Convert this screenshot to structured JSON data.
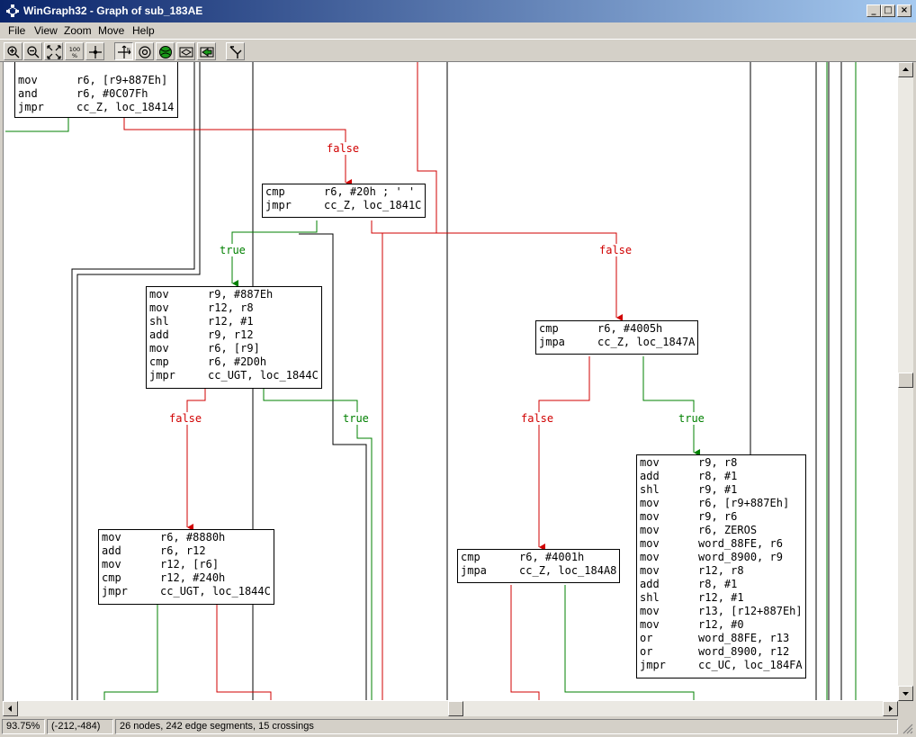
{
  "window": {
    "title": "WinGraph32 - Graph of sub_183AE",
    "app_icon": "graph-icon",
    "buttons": {
      "minimize": "_",
      "maximize": "□",
      "close": "×"
    }
  },
  "menu": [
    "File",
    "View",
    "Zoom",
    "Move",
    "Help"
  ],
  "toolbar": {
    "buttons": [
      "zoom-in-icon",
      "zoom-out-icon",
      "fit-window-icon",
      "zoom-100-icon",
      "center-icon",
      "move-mode-icon",
      "rotate-icon",
      "globe-icon",
      "shape-icon",
      "green-arrow-icon",
      "node-tool-icon"
    ],
    "zoom_100_label": "100\n%"
  },
  "graph": {
    "edge_colors": {
      "false": "#d00000",
      "true": "#008000",
      "plain": "#000000"
    },
    "nodes": [
      {
        "id": "n_top",
        "lines": [
          "mov      r6, [r9+887Eh]",
          "and      r6, #0C07Fh",
          "jmpr     cc_Z, loc_18414"
        ]
      },
      {
        "id": "n_cmp20",
        "lines": [
          "cmp      r6, #20h ; ' '",
          "jmpr     cc_Z, loc_1841C"
        ]
      },
      {
        "id": "n_887e",
        "lines": [
          "mov      r9, #887Eh",
          "mov      r12, r8",
          "shl      r12, #1",
          "add      r9, r12",
          "mov      r6, [r9]",
          "cmp      r6, #2D0h",
          "jmpr     cc_UGT, loc_1844C"
        ]
      },
      {
        "id": "n_4005",
        "lines": [
          "cmp      r6, #4005h",
          "jmpa     cc_Z, loc_1847A"
        ]
      },
      {
        "id": "n_8880",
        "lines": [
          "mov      r6, #8880h",
          "add      r6, r12",
          "mov      r12, [r6]",
          "cmp      r12, #240h",
          "jmpr     cc_UGT, loc_1844C"
        ]
      },
      {
        "id": "n_4001",
        "lines": [
          "cmp      r6, #4001h",
          "jmpa     cc_Z, loc_184A8"
        ]
      },
      {
        "id": "n_big",
        "lines": [
          "mov      r9, r8",
          "add      r8, #1",
          "shl      r9, #1",
          "mov      r6, [r9+887Eh]",
          "mov      r9, r6",
          "mov      r6, ZEROS",
          "mov      word_88FE, r6",
          "mov      word_8900, r9",
          "mov      r12, r8",
          "add      r8, #1",
          "shl      r12, #1",
          "mov      r13, [r12+887Eh]",
          "mov      r12, #0",
          "or       word_88FE, r13",
          "or       word_8900, r12",
          "jmpr     cc_UC, loc_184FA"
        ]
      }
    ],
    "edge_labels": {
      "false": "false",
      "true": "true"
    }
  },
  "status": {
    "zoom": "93.75%",
    "coords": "(-212,-484)",
    "info": "26 nodes, 242 edge segments, 15 crossings"
  }
}
